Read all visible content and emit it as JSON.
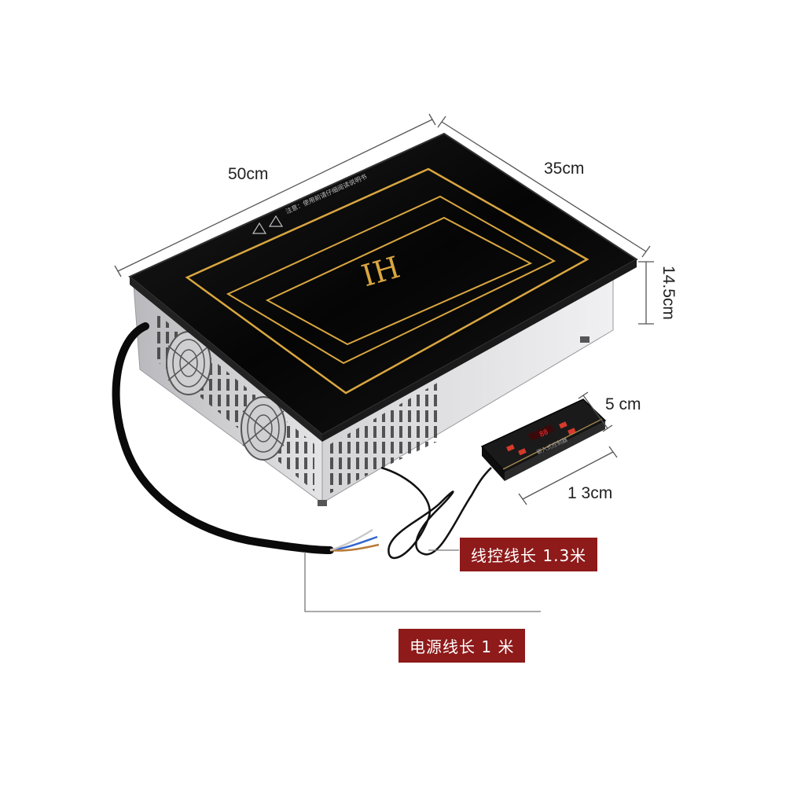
{
  "product": {
    "name": "IH",
    "cooktop_warning_text": "注意：使用前请仔细阅读说明书",
    "remote_display": "88",
    "remote_label": "嵌入式控制器"
  },
  "dimensions": {
    "length": "50cm",
    "width": "35cm",
    "height": "14.5cm",
    "remote_height": "5 cm",
    "remote_length": "1 3cm"
  },
  "callouts": {
    "control_cable": "线控线长 1.3米",
    "power_cable": "电源线长 1 米"
  },
  "colors": {
    "background": "#ffffff",
    "glass": "#0b0b0b",
    "coil_ring": "#d9a640",
    "steel": "#cfcfd2",
    "tag": "#8e1a1a"
  }
}
